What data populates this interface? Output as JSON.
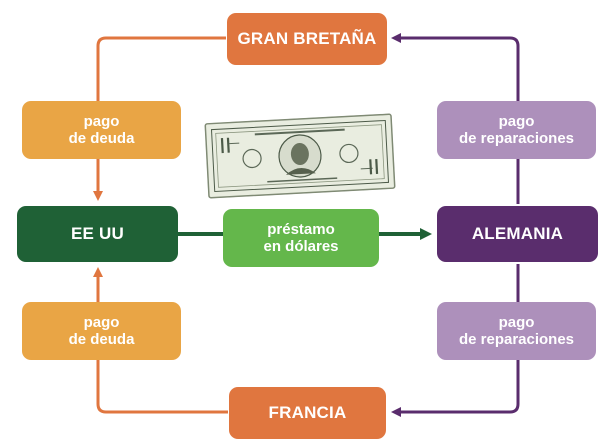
{
  "countries": {
    "uk": "GRAN BRETAÑA",
    "us": "EE UU",
    "germany": "ALEMANIA",
    "france": "FRANCIA"
  },
  "flows": {
    "debt_top": {
      "line1": "pago",
      "line2": "de deuda"
    },
    "debt_bottom": {
      "line1": "pago",
      "line2": "de deuda"
    },
    "reparations_top": {
      "line1": "pago",
      "line2": "de reparaciones"
    },
    "reparations_bottom": {
      "line1": "pago",
      "line2": "de reparaciones"
    },
    "loan": {
      "line1": "préstamo",
      "line2": "en dólares"
    }
  },
  "colors": {
    "country_orange": "#e0763f",
    "us_green": "#1f6136",
    "germany_purple": "#5a2d6d",
    "debt_orange": "#e9a545",
    "reparations_lilac": "#ad90bb",
    "loan_green": "#64b74b",
    "arrow_orange": "#e0763f",
    "arrow_purple": "#5a2d6d",
    "arrow_green": "#1f6136"
  },
  "icons": {
    "bill": "dollar-bill-icon"
  }
}
